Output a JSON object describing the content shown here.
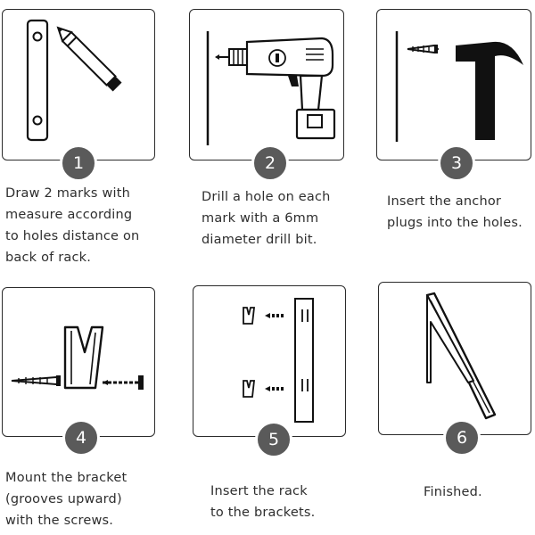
{
  "steps": [
    {
      "number": "1",
      "lines": [
        "Draw 2 marks with",
        "measure according",
        "to holes distance on",
        "back of rack."
      ],
      "icons": [
        "bracket-icon",
        "pencil-icon"
      ]
    },
    {
      "number": "2",
      "lines": [
        "Drill a hole on each",
        "mark with a 6mm",
        "diameter drill bit."
      ],
      "icons": [
        "wall-line-icon",
        "drill-icon"
      ]
    },
    {
      "number": "3",
      "lines": [
        "Insert the anchor",
        "plugs into the holes."
      ],
      "icons": [
        "wall-line-icon",
        "anchor-plug-icon",
        "hammer-icon"
      ]
    },
    {
      "number": "4",
      "lines": [
        "Mount the bracket",
        "(grooves upward)",
        "with the screws."
      ],
      "icons": [
        "anchor-plug-icon",
        "bracket-icon",
        "screw-icon"
      ]
    },
    {
      "number": "5",
      "lines": [
        "Insert the rack",
        "to the brackets."
      ],
      "icons": [
        "bracket-icon",
        "arrow-icon",
        "rack-back-icon"
      ]
    },
    {
      "number": "6",
      "lines": [
        "Finished."
      ],
      "icons": [
        "finished-rack-icon"
      ]
    }
  ],
  "colors": {
    "border": "#2b2b2b",
    "badge": "#5a5a5a",
    "text": "#2e2e2e",
    "drill_body": "#ffffff",
    "icon_fill": "#111111"
  }
}
